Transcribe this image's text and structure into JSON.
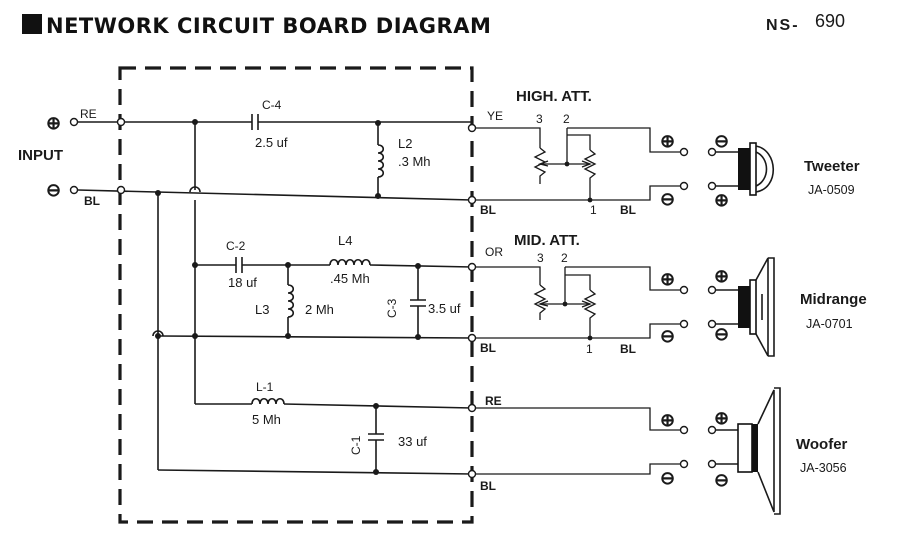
{
  "title": "NETWORK CIRCUIT BOARD DIAGRAM",
  "model": {
    "prefix": "NS-",
    "number": "690"
  },
  "input": {
    "label": "INPUT",
    "plus": "⊕",
    "minus": "⊖",
    "plus_wire": "RE",
    "minus_wire": "BL"
  },
  "attenuators": {
    "high": {
      "label": "HIGH. ATT.",
      "pin3": "3",
      "pin2": "2",
      "pin1": "1"
    },
    "mid": {
      "label": "MID. ATT.",
      "pin3": "3",
      "pin2": "2",
      "pin1": "1"
    }
  },
  "wires": {
    "tweeter_hot": "YE",
    "tweeter_ret": "BL",
    "tweeter_out": "BL",
    "mid_hot": "OR",
    "mid_ret": "BL",
    "mid_out": "BL",
    "woofer_hot": "RE",
    "woofer_ret": "BL"
  },
  "components": {
    "c4": {
      "name": "C-4",
      "value": "2.5 uf"
    },
    "l2": {
      "name": "L2",
      "value": ".3 Mh"
    },
    "c2": {
      "name": "C-2",
      "value": "18 uf"
    },
    "l4": {
      "name": "L4",
      "value": ".45 Mh"
    },
    "l3": {
      "name": "L3",
      "value": "2 Mh"
    },
    "c3": {
      "name": "C-3",
      "value": "3.5 uf"
    },
    "l1": {
      "name": "L-1",
      "value": "5 Mh"
    },
    "c1": {
      "name": "C-1",
      "value": "33 uf"
    }
  },
  "speakers": {
    "tweeter": {
      "name": "Tweeter",
      "part": "JA-0509"
    },
    "midrange": {
      "name": "Midrange",
      "part": "JA-0701"
    },
    "woofer": {
      "name": "Woofer",
      "part": "JA-3056"
    }
  },
  "polarity": {
    "plus": "⊕",
    "minus": "⊖"
  }
}
